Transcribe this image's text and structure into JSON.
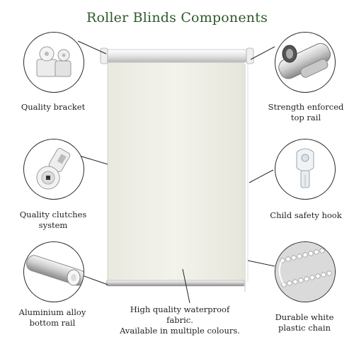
{
  "title": "Roller Blinds Components",
  "components": {
    "quality_bracket": {
      "label": "Quality bracket"
    },
    "top_rail": {
      "line1": "Strength enforced",
      "line2": "top rail"
    },
    "clutch_system": {
      "line1": "Quality clutches",
      "line2": "system"
    },
    "safety_hook": {
      "label": "Child safety hook"
    },
    "bottom_rail": {
      "line1": "Aluminium alloy",
      "line2": "bottom rail"
    },
    "plastic_chain": {
      "line1": "Durable white",
      "line2": "plastic chain"
    },
    "fabric": {
      "line1": "High quality waterproof fabric.",
      "line2": "Available in multiple colours."
    }
  },
  "colors": {
    "title": "#2f5a2b",
    "fabric": "#efefe6",
    "outline": "#2a2a2a"
  }
}
